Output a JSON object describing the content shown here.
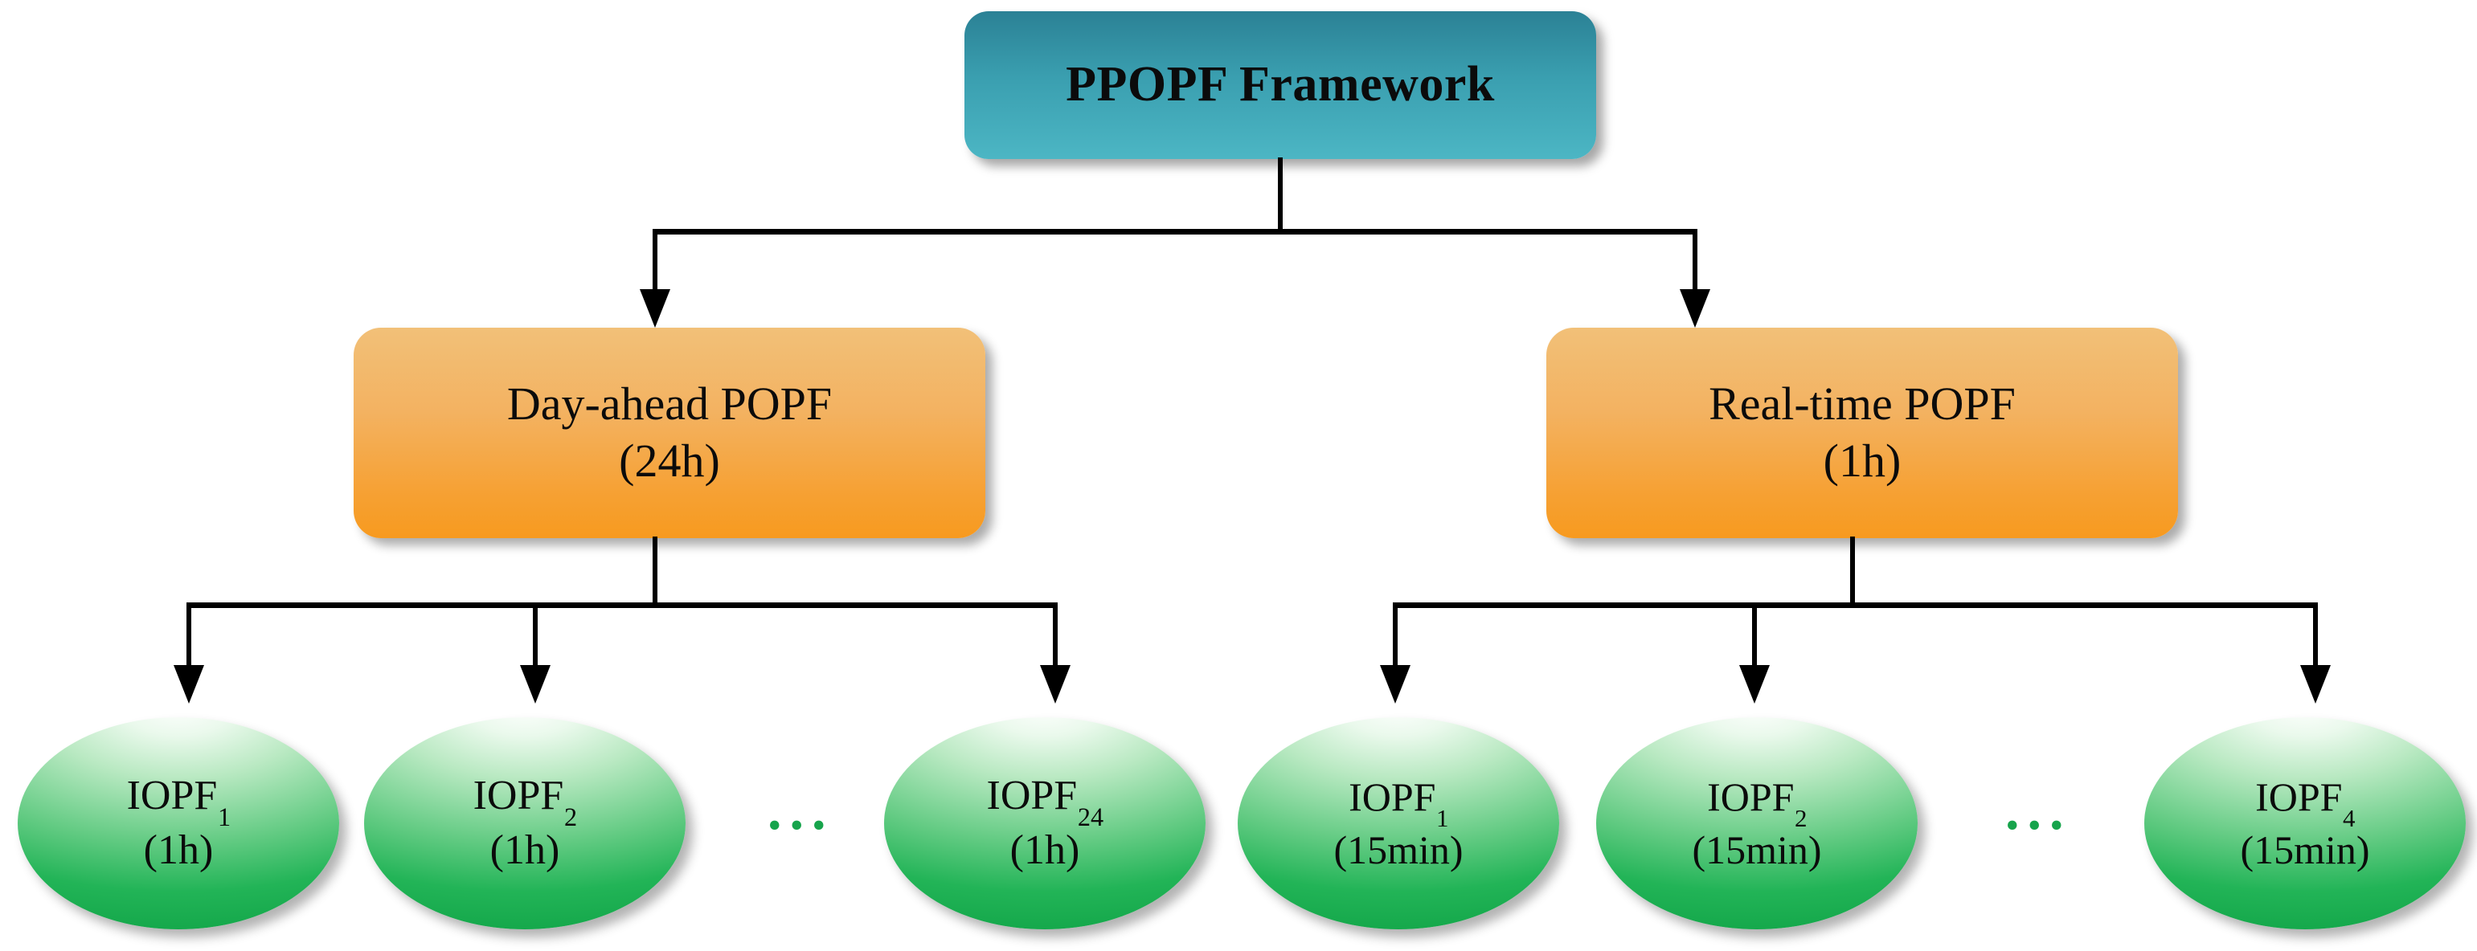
{
  "diagram": {
    "title_node": {
      "label": "PPOPF Framework",
      "color": "#3a9fb0"
    },
    "level2": [
      {
        "name": "day-ahead-popf",
        "line1": "Day-ahead POPF",
        "line2": "(24h)",
        "color": "#f6a134"
      },
      {
        "name": "real-time-popf",
        "line1": "Real-time POPF",
        "line2": "(1h)",
        "color": "#f6a134"
      }
    ],
    "level3": [
      {
        "name": "iopf-1-1h",
        "base": "IOPF",
        "index": "1",
        "line2": "(1h)",
        "color": "#22b457"
      },
      {
        "name": "iopf-2-1h",
        "base": "IOPF",
        "index": "2",
        "line2": "(1h)",
        "color": "#22b457"
      },
      {
        "name": "iopf-24-1h",
        "base": "IOPF",
        "index": "24",
        "line2": "(1h)",
        "color": "#22b457"
      },
      {
        "name": "iopf-1-15min",
        "base": "IOPF",
        "index": "1",
        "line2": "(15min)",
        "color": "#22b457"
      },
      {
        "name": "iopf-2-15min",
        "base": "IOPF",
        "index": "2",
        "line2": "(15min)",
        "color": "#22b457"
      },
      {
        "name": "iopf-4-15min",
        "base": "IOPF",
        "index": "4",
        "line2": "(15min)",
        "color": "#22b457"
      }
    ],
    "ellipsis": {
      "left": "...",
      "right": "...",
      "color": "#17a44c"
    }
  }
}
